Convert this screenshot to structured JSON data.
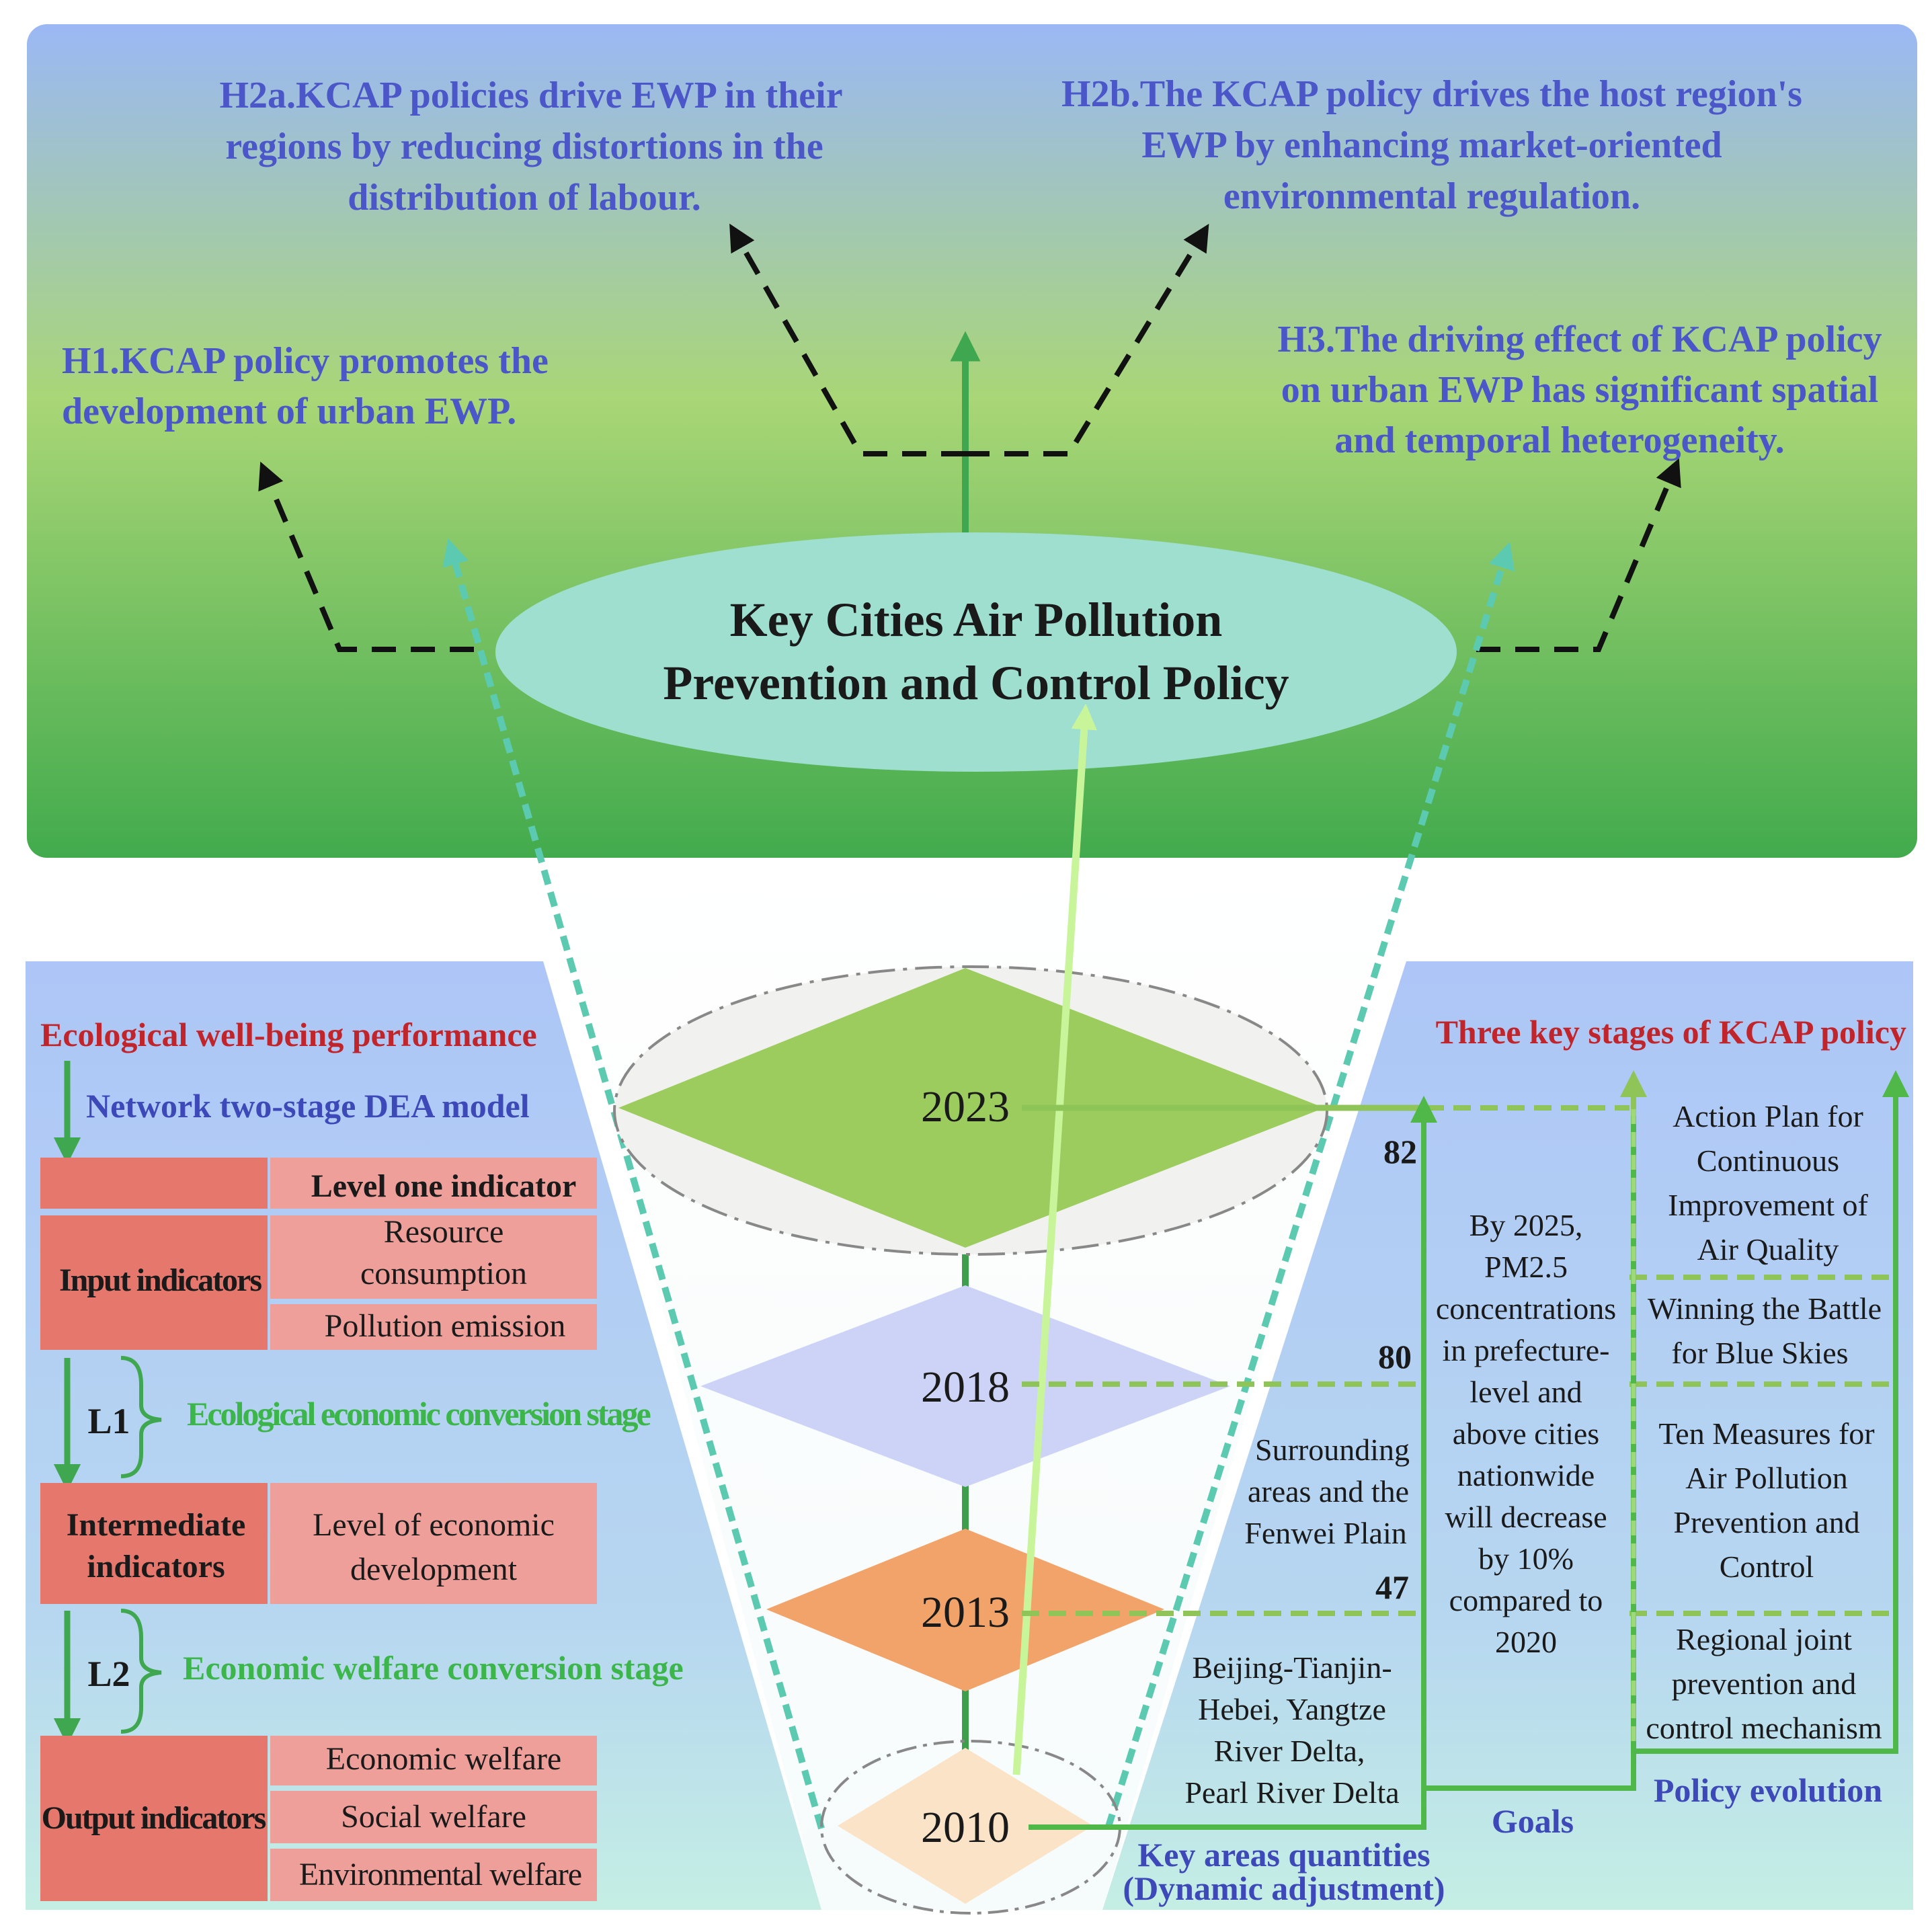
{
  "colors": {
    "top_panel_top": "#9bb8f5",
    "top_panel_bottom": "#42ab4d",
    "ellipse_fill": "#9edfd0",
    "side_panel_blue": "#b3ccf7",
    "table_red": "#e5776c",
    "table_pink": "#ef9f99",
    "stage_2023": "#9ccc5d",
    "stage_2018": "#cdd3f7",
    "stage_2013": "#f1a36a",
    "stage_2010": "#fbe3c7",
    "hyp_blue": "#4b56c8",
    "title_red": "#c0252b",
    "green_text": "#3cb64b"
  },
  "hypotheses": {
    "h2a": [
      "H2a.KCAP policies drive EWP in their",
      "regions by reducing distortions in the",
      "distribution of labour."
    ],
    "h2b": [
      "H2b.The KCAP policy drives the host region's",
      "EWP by enhancing market-oriented",
      "environmental regulation."
    ],
    "h1": [
      "H1.KCAP policy promotes the",
      "development of urban EWP."
    ],
    "h3": [
      "H3.The driving effect of KCAP policy",
      "on urban EWP has significant spatial",
      "and temporal heterogeneity."
    ]
  },
  "central": {
    "line1": "Key Cities Air Pollution",
    "line2": "Prevention and Control Policy"
  },
  "years": [
    "2023",
    "2018",
    "2013",
    "2010"
  ],
  "left": {
    "title": "Ecological well-being performance",
    "model": "Network two-stage DEA model",
    "level_one_header": "Level one indicator",
    "input_label": "Input indicators",
    "input_items": [
      [
        "Resource",
        "consumption"
      ],
      [
        "Pollution emission"
      ]
    ],
    "l1": "L1",
    "l1_stage": "Ecological economic conversion stage",
    "intermediate_label": [
      "Intermediate",
      "indicators"
    ],
    "intermediate_item": [
      "Level of economic",
      "development"
    ],
    "l2": "L2",
    "l2_stage": "Economic welfare conversion stage",
    "output_label": "Output indicators",
    "output_items": [
      "Economic welfare",
      "Social welfare",
      "Environmental welfare"
    ]
  },
  "right": {
    "title": "Three key stages of KCAP policy",
    "counts": [
      "82",
      "80",
      "47"
    ],
    "areas_2018": [
      "Surrounding",
      "areas and the",
      "Fenwei Plain"
    ],
    "areas_2013": [
      "Beijing-Tianjin-",
      "Hebei, Yangtze",
      "River Delta,",
      "Pearl River Delta"
    ],
    "goal": [
      "By 2025,",
      "PM2.5",
      "concentrations",
      "in prefecture-",
      "level and",
      "above cities",
      "nationwide",
      "will decrease",
      "by 10%",
      "compared to",
      "2020"
    ],
    "policies": [
      [
        "Action Plan for",
        "Continuous",
        "Improvement of",
        "Air Quality"
      ],
      [
        "Winning the Battle",
        "for Blue Skies"
      ],
      [
        "Ten Measures for",
        "Air Pollution",
        "Prevention and",
        "Control"
      ],
      [
        "Regional joint",
        "prevention and",
        "control mechanism"
      ]
    ],
    "key_areas_label": [
      "Key areas quantities",
      "(Dynamic adjustment)"
    ],
    "goals_label": "Goals",
    "policy_evolution_label": "Policy evolution"
  }
}
